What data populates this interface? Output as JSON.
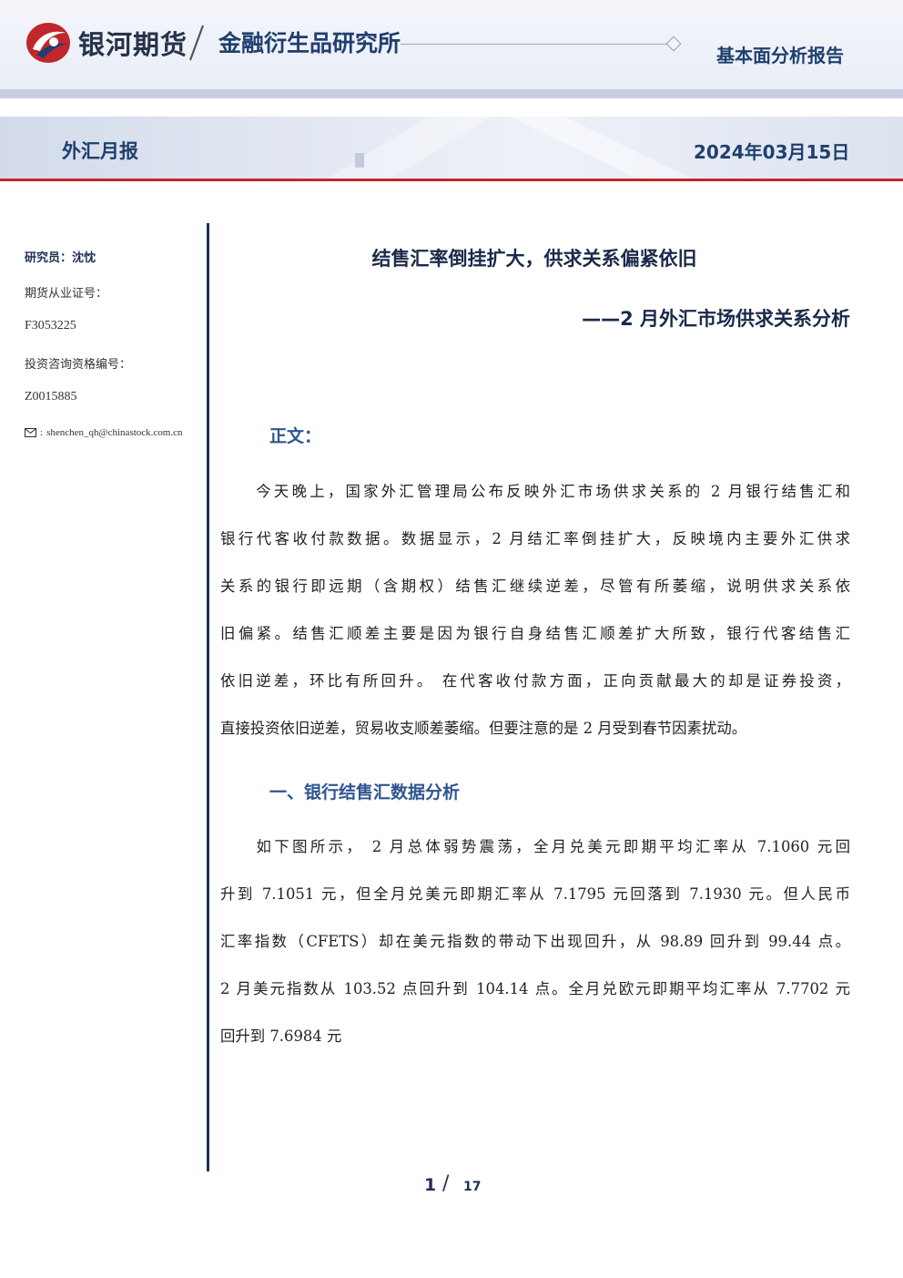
{
  "header": {
    "brand": "银河期货",
    "institute": "金融衍生品研究所",
    "report_type": "基本面分析报告",
    "colors": {
      "brand_red": "#c0272d",
      "brand_blue": "#1f3f6e",
      "navy": "#1f2f57"
    }
  },
  "subheader": {
    "column": "外汇月报",
    "date": "2024年03月15日"
  },
  "sidebar": {
    "researcher": "研究员：沈忱",
    "cert_label": "期货从业证号：",
    "cert_value": "F3053225",
    "consult_label": "投资咨询资格编号：",
    "consult_value": "Z0015885",
    "email_icon": "mail-icon",
    "email": "shenchen_qh@chinastock.com.cn"
  },
  "article": {
    "title": "结售汇率倒挂扩大，供求关系偏紧依旧",
    "subtitle": "——2 月外汇市场供求关系分析",
    "section_label": "正文：",
    "para1": [
      "　　今天晚上，国家外汇管理局公布反映外汇市场供求关系的 2 月银行结售汇和",
      "银行代客收付款数据。数据显示，2 月结汇率倒挂扩大，反映境内主要外汇供求",
      "关系的银行即远期（含期权）结售汇继续逆差，尽管有所萎缩，说明供求关系依",
      "旧偏紧。结售汇顺差主要是因为银行自身结售汇顺差扩大所致，银行代客结售汇",
      "依旧逆差，环比有所回升。 在代客收付款方面，正向贡献最大的却是证券投资，",
      "直接投资依旧逆差，贸易收支顺差萎缩。但要注意的是 2 月受到春节因素扰动。"
    ],
    "section1_heading": "一、银行结售汇数据分析",
    "para2": [
      "　　如下图所示， 2 月总体弱势震荡，全月兑美元即期平均汇率从 7.1060 元回",
      "升到 7.1051 元，但全月兑美元即期汇率从 7.1795 元回落到 7.1930 元。但人民币",
      "汇率指数（CFETS）却在美元指数的带动下出现回升，从 98.89 回升到 99.44 点。",
      "2 月美元指数从 103.52 点回升到 104.14 点。全月兑欧元即期平均汇率从 7.7702 元",
      "回升到 7.6984 元"
    ]
  },
  "footer": {
    "page": "1",
    "separator": "/",
    "total": "17"
  }
}
